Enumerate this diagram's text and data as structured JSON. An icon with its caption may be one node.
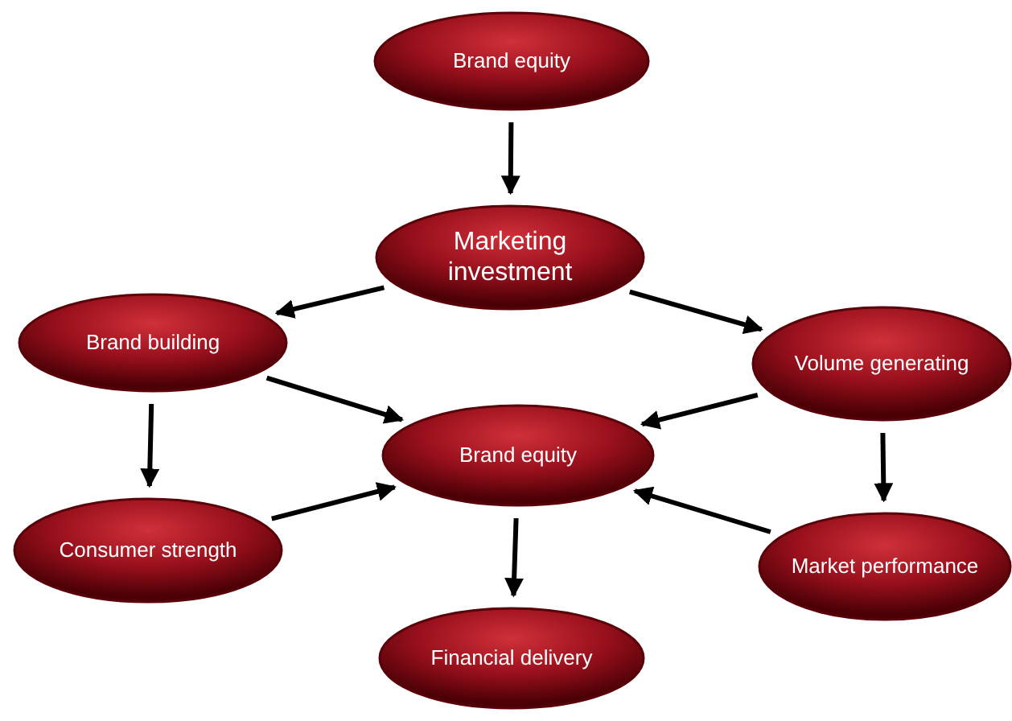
{
  "diagram": {
    "nodes": [
      {
        "text": [
          "Brand equity"
        ]
      },
      {
        "text": [
          "Marketing investment"
        ]
      },
      {
        "text": [
          "Brand building"
        ]
      },
      {
        "text": [
          "Volume generating"
        ]
      },
      {
        "text": [
          "Brand equity"
        ]
      },
      {
        "text": [
          "Consumer strength"
        ]
      },
      {
        "text": [
          "Market performance"
        ]
      },
      {
        "text": [
          "Financial delivery"
        ]
      }
    ],
    "edges": [
      {
        "from": 0,
        "to": 1,
        "arrow": "to"
      },
      {
        "from": 1,
        "to": 2,
        "arrow": "to"
      },
      {
        "from": 1,
        "to": 3,
        "arrow": "to"
      },
      {
        "from": 2,
        "to": 4,
        "arrow": "to"
      },
      {
        "from": 3,
        "to": 4,
        "arrow": "to"
      },
      {
        "from": 2,
        "to": 5,
        "arrow": "to"
      },
      {
        "from": 3,
        "to": 6,
        "arrow": "to"
      },
      {
        "from": 5,
        "to": 4,
        "arrow": "to"
      },
      {
        "from": 6,
        "to": 4,
        "arrow": "to"
      },
      {
        "from": 4,
        "to": 7,
        "arrow": "to"
      }
    ]
  }
}
